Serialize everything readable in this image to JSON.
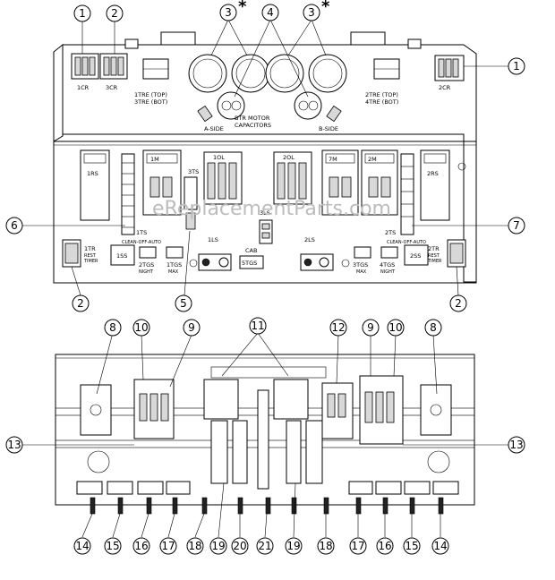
{
  "callouts": {
    "c1a": "1",
    "c2a": "2",
    "c3a": "3",
    "c4": "4",
    "c3b": "3",
    "c1b": "1",
    "c6": "6",
    "c7": "7",
    "c2b": "2",
    "c5": "5",
    "c2c": "2",
    "c8a": "8",
    "c10a": "10",
    "c9a": "9",
    "c11": "11",
    "c12": "12",
    "c9b": "9",
    "c10b": "10",
    "c8b": "8",
    "c13a": "13",
    "c13b": "13",
    "c14a": "14",
    "c15a": "15",
    "c16a": "16",
    "c17a": "17",
    "c18a": "18",
    "c19a": "19",
    "c20": "20",
    "c21": "21",
    "c19b": "19",
    "c18b": "18",
    "c17b": "17",
    "c16b": "16",
    "c15b": "15",
    "c14b": "14"
  },
  "asterisk": "*",
  "labels": {
    "r1": "1CR",
    "r3": "3CR",
    "r2": "2CR",
    "tre1": "1TRE (TOP)",
    "tre3": "3TRE (BOT)",
    "tre2": "2TRE (TOP)",
    "tre4": "4TRE (BOT)",
    "cap_title1": "BTR MOTOR",
    "cap_title2": "CAPACITORS",
    "aside": "A-SIDE",
    "bside": "B-SIDE",
    "rs1": "1RS",
    "rs2": "2RS",
    "m1": "1M",
    "l1": "1OL",
    "l2": "2OL",
    "m7": "7M",
    "m2": "2M",
    "ts3": "3TS",
    "ts1": "1TS",
    "ts2": "2TS",
    "cleanoff_a": "CLEAN-OFF-AUTO",
    "cleanoff_b": "CLEAN-OFF-AUTO",
    "tr1": "1TR",
    "tr2": "2TR",
    "tr1b": "REST",
    "tr1c": "TIMER",
    "tr2b": "REST",
    "tr2c": "TIMER",
    "ss1": "1SS",
    "ss2": "2SS",
    "tgs2": "2TGS",
    "tgs2n": "NIGHT",
    "tgs1": "1TGS",
    "tgs1n": "MAX",
    "tgs3": "3TGS",
    "tgs3n": "MAX",
    "tgs4": "4TGS",
    "tgs4n": "NIGHT",
    "ls1": "1LS",
    "ls2": "2LS",
    "ls3": "3LS",
    "cab": "CAB",
    "tgs5": "5TGS"
  },
  "watermark": "eReplacementParts.com"
}
